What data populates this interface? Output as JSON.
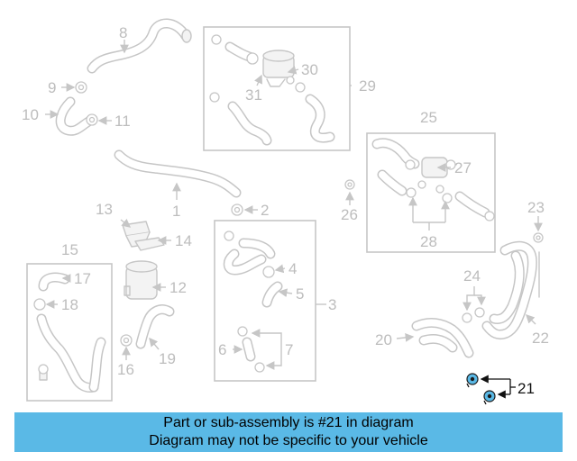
{
  "banner": {
    "line1": "Part or sub-assembly is #21 in diagram",
    "line2": "Diagram may not be specific to your vehicle"
  },
  "diagram": {
    "highlighted_part": "21",
    "callouts": {
      "c1": "1",
      "c2": "2",
      "c3": "3",
      "c4": "4",
      "c5": "5",
      "c6": "6",
      "c7": "7",
      "c8": "8",
      "c9": "9",
      "c10": "10",
      "c11": "11",
      "c12": "12",
      "c13": "13",
      "c14": "14",
      "c15": "15",
      "c16": "16",
      "c17": "17",
      "c18": "18",
      "c19": "19",
      "c20": "20",
      "c21": "21",
      "c22": "22",
      "c23": "23",
      "c24": "24",
      "c25": "25",
      "c26": "26",
      "c27": "27",
      "c28": "28",
      "c29": "29",
      "c30": "30",
      "c31": "31"
    }
  }
}
